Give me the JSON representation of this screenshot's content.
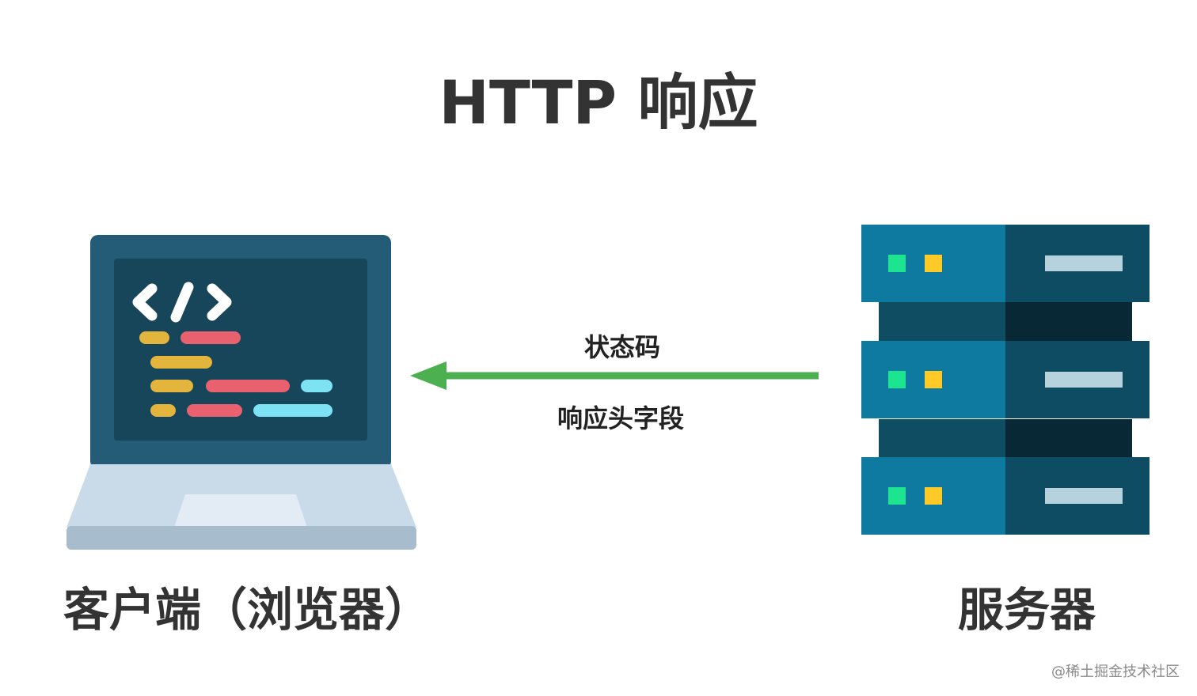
{
  "title": "HTTP 响应",
  "arrow": {
    "label_top": "状态码",
    "label_bottom": "响应头字段",
    "color": "#4caf50",
    "direction": "server-to-client"
  },
  "nodes": {
    "client": {
      "label": "客户端（浏览器）",
      "icon": "laptop-code-icon"
    },
    "server": {
      "label": "服务器",
      "icon": "server-rack-icon"
    }
  },
  "watermark": "@稀土掘金技术社区",
  "colors": {
    "text": "#333333",
    "laptop_frame": "#245c78",
    "laptop_screen": "#174559",
    "server_light": "#0f7aa0",
    "server_dark": "#0d4c62",
    "led_green": "#1de48f",
    "led_yellow": "#ffca28"
  }
}
